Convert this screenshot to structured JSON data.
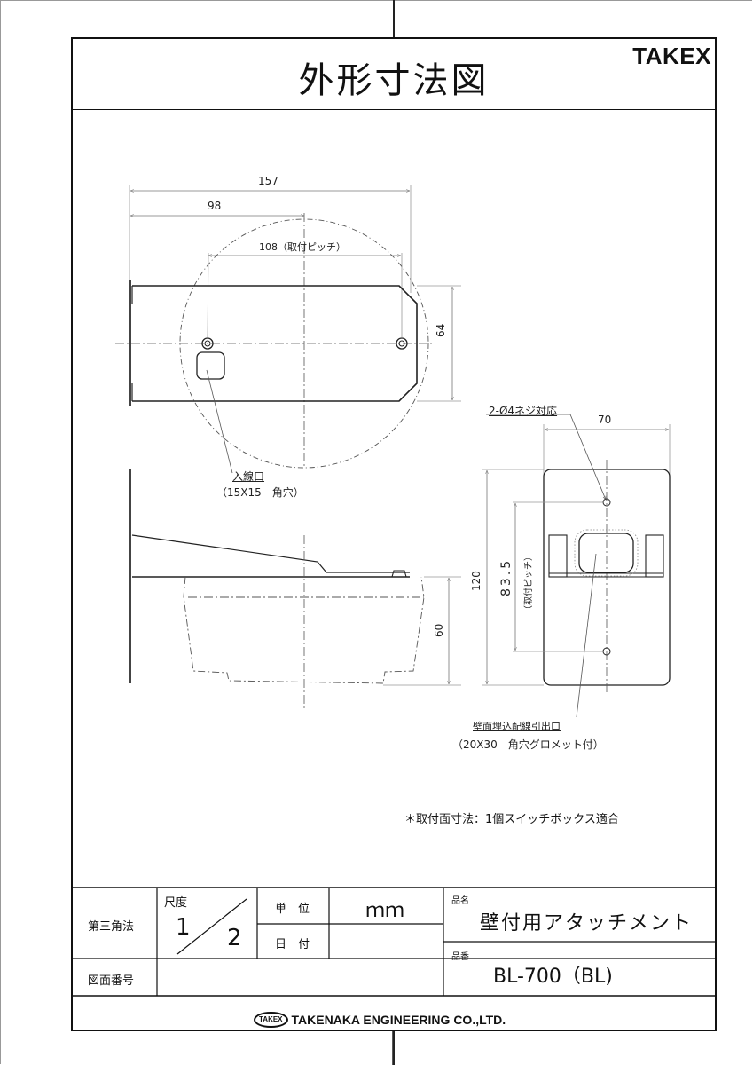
{
  "header": {
    "title": "外形寸法図",
    "brand": "TAKEX"
  },
  "top_view": {
    "dim_overall": "157",
    "dim_center": "98",
    "dim_pitch": "108（取付ピッチ）",
    "dim_height": "64",
    "inlet_label": "入線口",
    "inlet_spec": "（15X15　角穴）"
  },
  "side_view": {
    "dim_height": "60"
  },
  "rear_view": {
    "screw_note": "2-Ø4ネジ対応",
    "dim_width": "70",
    "dim_height": "120",
    "dim_pitch": "83.5",
    "dim_pitch_note": "（取付ピッチ）",
    "outlet_label": "壁面埋込配線引出口",
    "outlet_spec": "（20X30　角穴グロメット付）"
  },
  "footnote": "＊取付面寸法：1個スイッチボックス適合",
  "title_block": {
    "projection": "第三角法",
    "scale_label": "尺度",
    "scale_num": "1",
    "scale_den": "2",
    "unit_label": "単　位",
    "unit_value": "ｍｍ",
    "date_label": "日　付",
    "date_value": "",
    "drawing_no_label": "図面番号",
    "drawing_no_value": "",
    "product_name_label": "品名",
    "product_name": "壁付用アタッチメント",
    "product_no_label": "品番",
    "product_no": "BL-700（BL)"
  },
  "footer": {
    "logo": "TAKEX",
    "company": "TAKENAKA ENGINEERING CO.,LTD."
  }
}
